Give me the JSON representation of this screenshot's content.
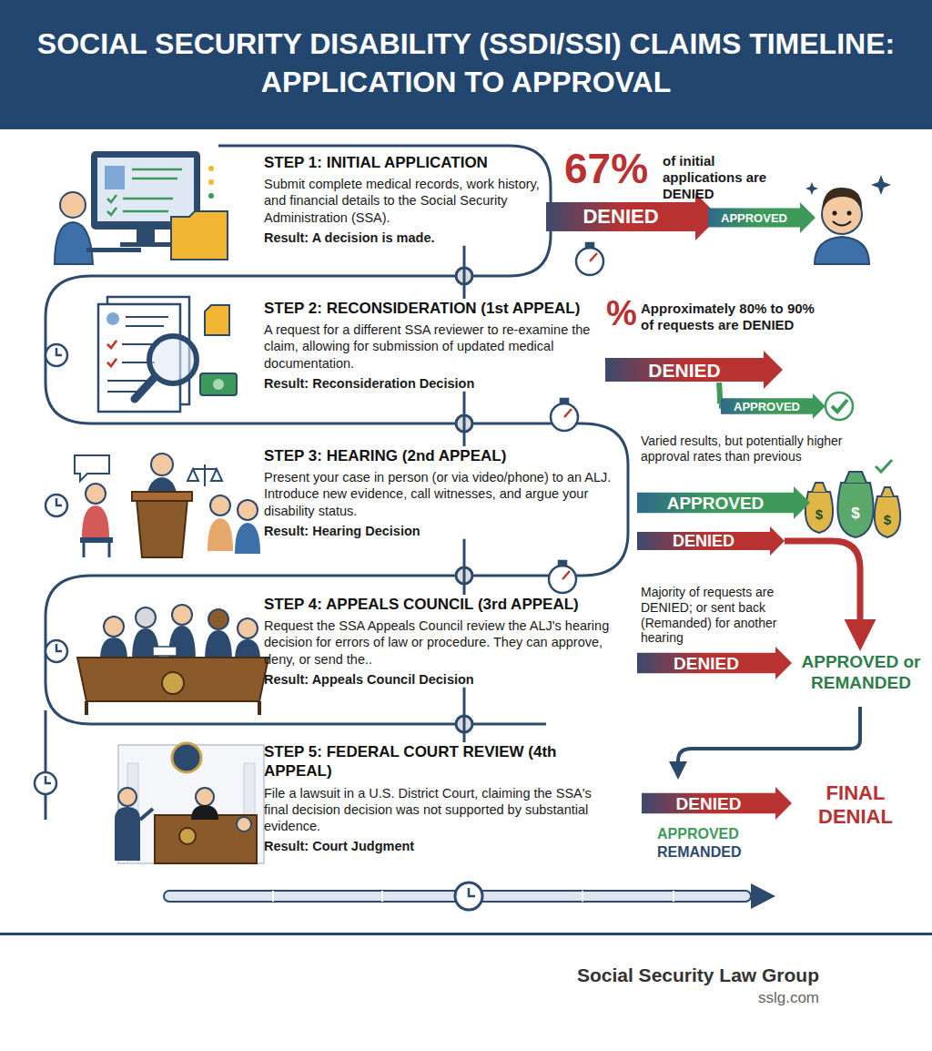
{
  "diagram": {
    "title": "SOCIAL SECURITY DISABILITY (SSDI/SSI) CLAIMS TIMELINE: APPLICATION TO APPROVAL",
    "nodes": [
      {
        "text": [
          "STEP 1: INITIAL APPLICATION",
          "Submit complete medical records, work history, and financial details to the Social Security Administration (SSA).",
          "Result: A decision is made."
        ]
      },
      {
        "text": [
          "STEP 2: RECONSIDERATION (1st APPEAL)",
          "A request for a different SSA reviewer to re-examine the claim, allowing for submission of updated medical documentation.",
          "Result: Reconsideration Decision"
        ]
      },
      {
        "text": [
          "STEP 3: HEARING (2nd APPEAL)",
          "Present your case in person (or via video/phone) to an ALJ. Introduce new evidence, call witnesses, and argue your disability status.",
          "Result: Hearing Decision"
        ]
      },
      {
        "text": [
          "STEP 4: APPEALS COUNCIL (3rd APPEAL)",
          "Request the SSA Appeals Council review the ALJ's hearing decision for errors of law or procedure. They can approve, deny, or send the..",
          "Result: Appeals Council Decision"
        ]
      },
      {
        "text": [
          "STEP 5: FEDERAL COURT REVIEW (4th APPEAL)",
          "File a lawsuit in a U.S. District Court, claiming the SSA's final decision decision was not supported by substantial evidence.",
          "Result: Court Judgment"
        ]
      },
      {
        "text": [
          "DENIED"
        ]
      },
      {
        "text": [
          "APPROVED"
        ]
      },
      {
        "text": [
          "DENIED"
        ]
      },
      {
        "text": [
          "APPROVED"
        ]
      },
      {
        "text": [
          "APPROVED"
        ]
      },
      {
        "text": [
          "DENIED"
        ]
      },
      {
        "text": [
          "DENIED"
        ]
      },
      {
        "text": [
          "DENIED"
        ]
      }
    ],
    "edges": [
      {
        "from": 0,
        "to": 1,
        "arrow": "none"
      },
      {
        "from": 1,
        "to": 2,
        "arrow": "none"
      },
      {
        "from": 2,
        "to": 3,
        "arrow": "none"
      },
      {
        "from": 3,
        "to": 4,
        "arrow": "none"
      }
    ],
    "labels": [
      "67%",
      "of initial applications are DENIED",
      "%",
      "Approximately 80% to 90% of requests are DENIED",
      "Varied results, but potentially higher approval rates than previous",
      "$",
      "$",
      "$",
      "Majority of requests are DENIED; or sent back (Remanded) for another hearing",
      "APPROVED or REMANDED",
      "FINAL DENIAL",
      "APPROVED",
      "REMANDED",
      "Social Security Law Group",
      "sslg.com"
    ]
  }
}
